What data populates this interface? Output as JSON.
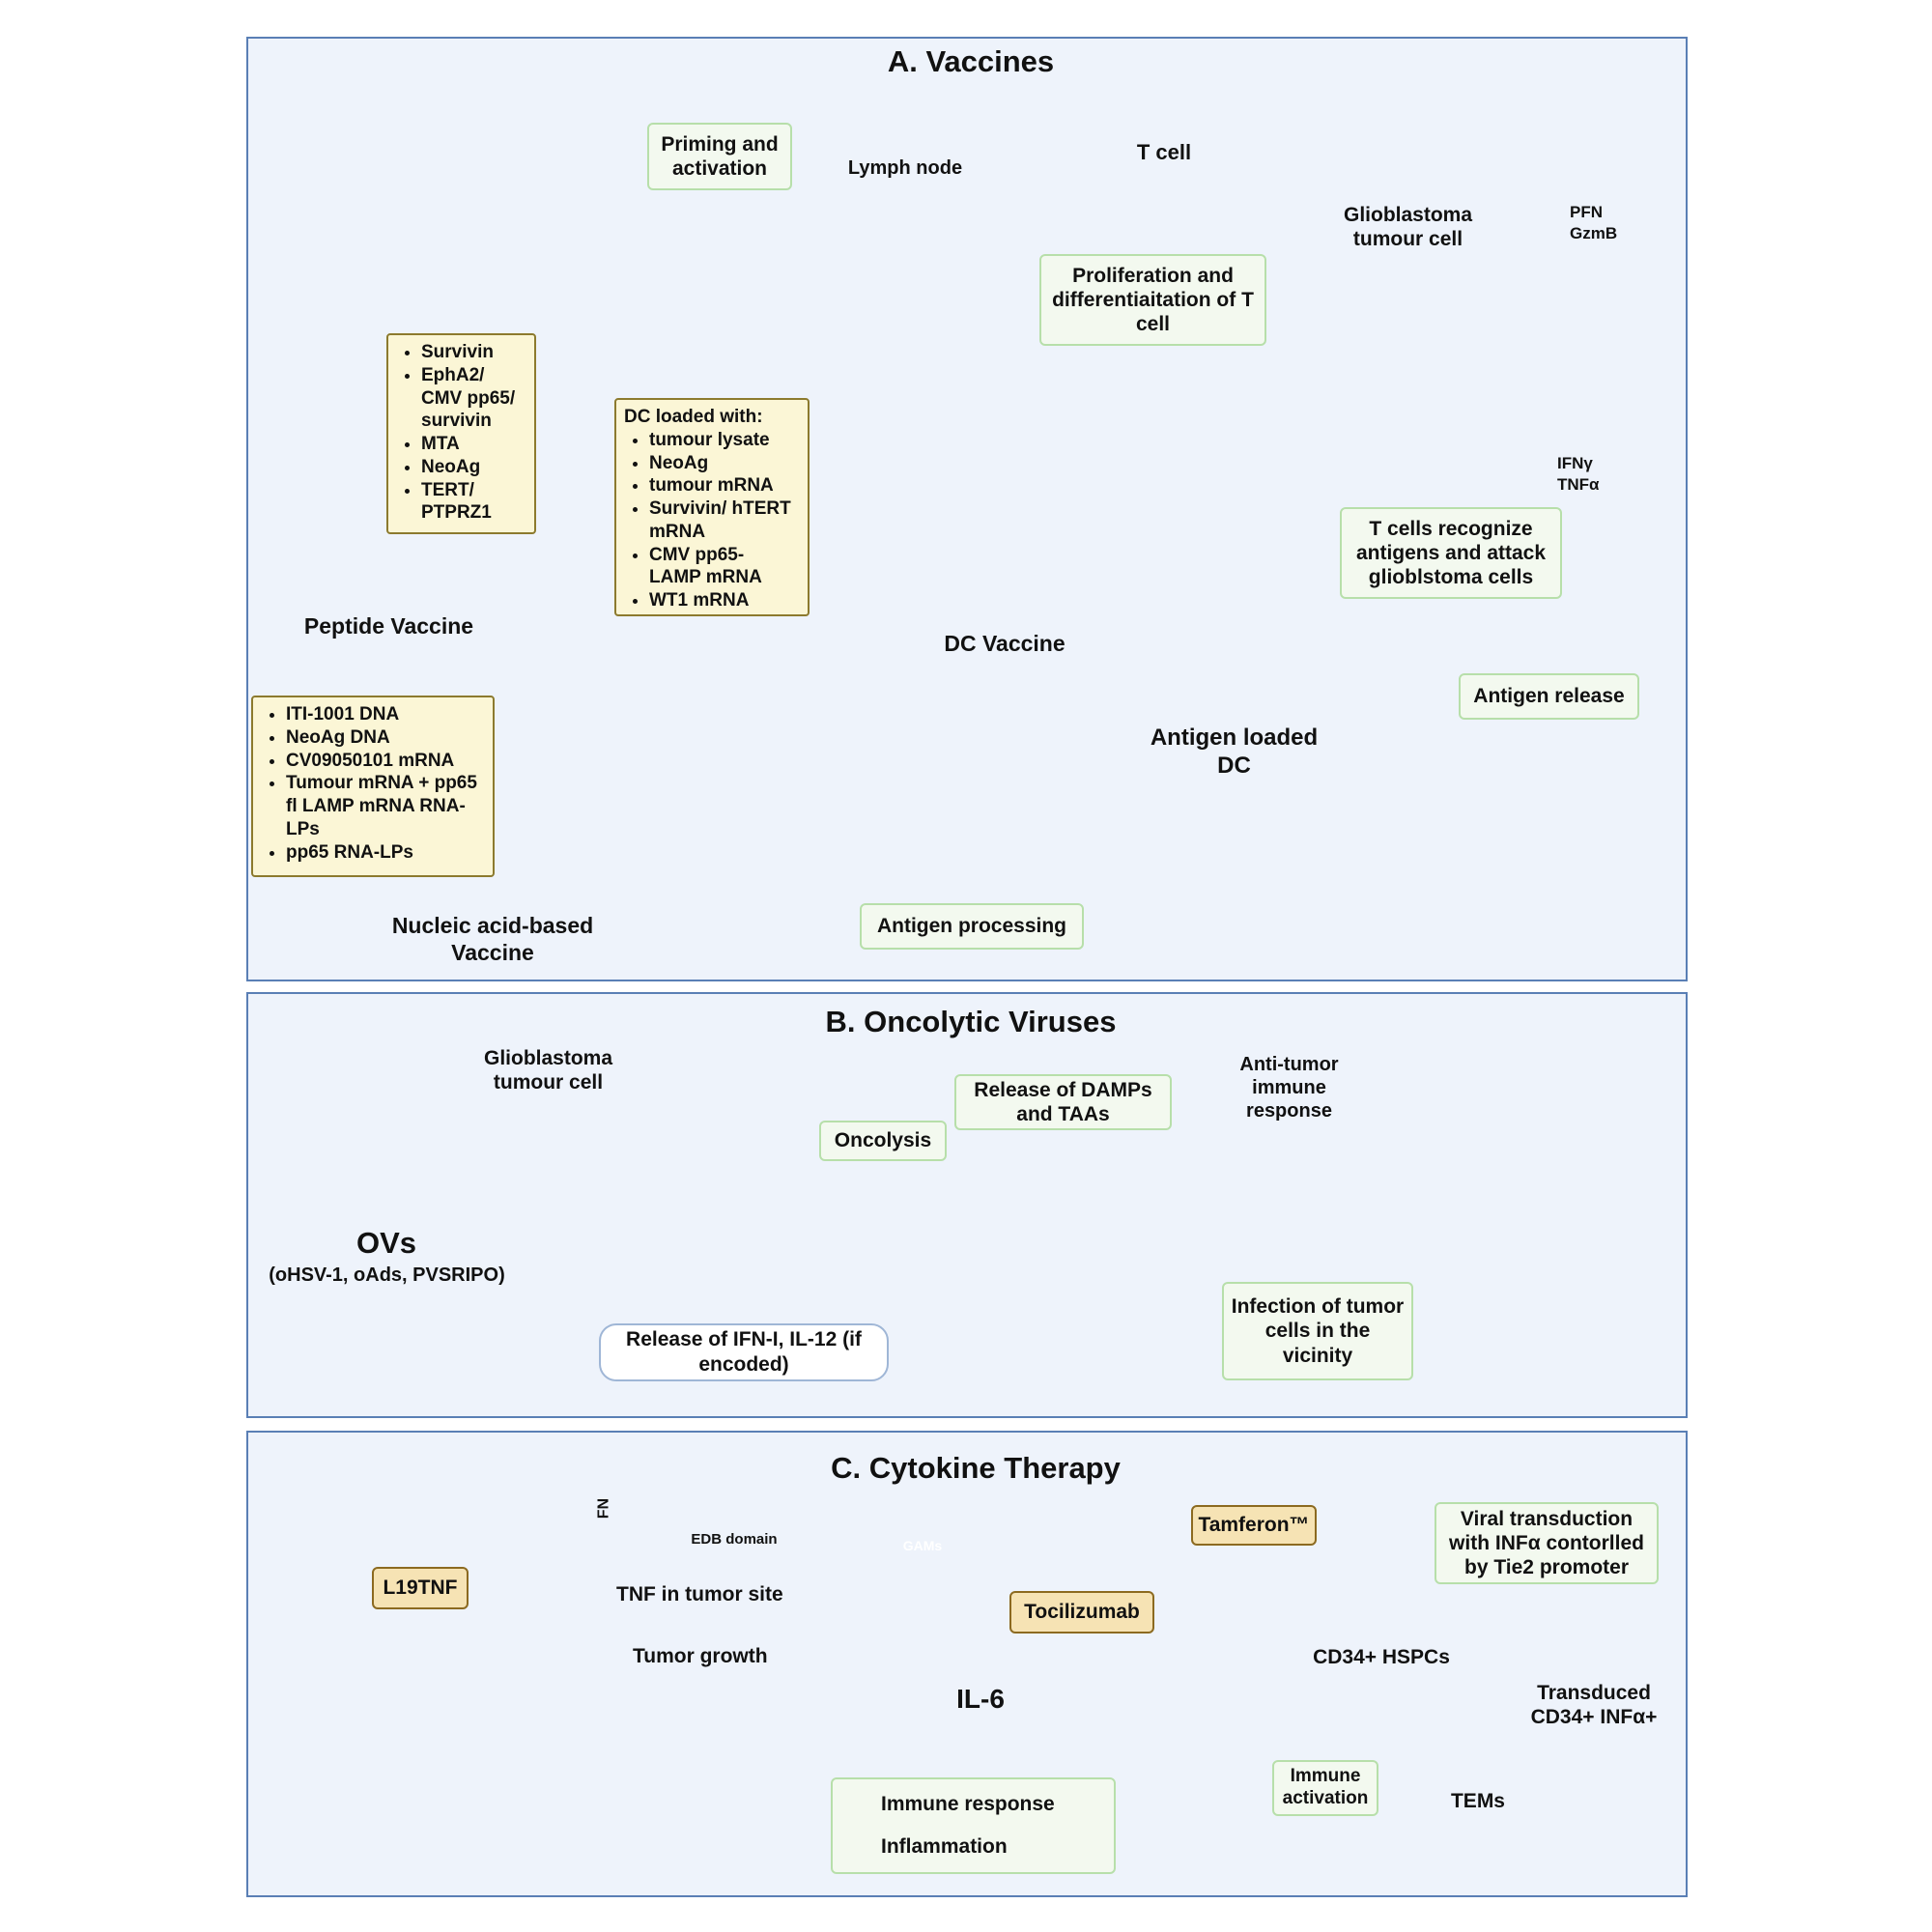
{
  "panelA": {
    "title": "A. Vaccines",
    "priming": "Priming and activation",
    "lymph_node": "Lymph node",
    "t_cell": "T cell",
    "proliferation": "Proliferation and differentiaitation of T cell",
    "glioblastoma_cell": "Glioblastoma tumour cell",
    "pfn": "PFN",
    "gzmb": "GzmB",
    "ifng": "IFNγ",
    "tnfa": "TNFα",
    "t_cells_recognize": "T cells recognize antigens and attack glioblstoma cells",
    "peptide_list": [
      "Survivin",
      "EphA2/ CMV pp65/ survivin",
      "MTA",
      "NeoAg",
      "TERT/ PTPRZ1"
    ],
    "dc_loaded_title": "DC loaded with:",
    "dc_list": [
      "tumour lysate",
      "NeoAg",
      "tumour mRNA",
      "Survivin/ hTERT mRNA",
      "CMV pp65- LAMP mRNA",
      "WT1 mRNA"
    ],
    "peptide_vaccine": "Peptide Vaccine",
    "dc_vaccine": "DC Vaccine",
    "nucleic_list": [
      "ITI-1001 DNA",
      "NeoAg DNA",
      "CV09050101 mRNA",
      "Tumour mRNA + pp65 fl LAMP mRNA RNA-LPs",
      "pp65 RNA-LPs"
    ],
    "nucleic_vaccine": "Nucleic acid-based Vaccine",
    "antigen_loaded_dc": "Antigen loaded DC",
    "antigen_release": "Antigen release",
    "antigen_processing": "Antigen processing"
  },
  "panelB": {
    "title": "B. Oncolytic Viruses",
    "glioblastoma_cell": "Glioblastoma tumour cell",
    "ovs": "OVs",
    "ovs_examples": "(oHSV-1, oAds, PVSRIPO)",
    "release_ifn": "Release of  IFN-I, IL-12 (if encoded)",
    "oncolysis": "Oncolysis",
    "release_damps": "Release of DAMPs and TAAs",
    "anti_tumor": "Anti-tumor immune response",
    "infection": "Infection of tumor cells in the vicinity"
  },
  "panelC": {
    "title": "C. Cytokine Therapy",
    "l19tnf": "L19TNF",
    "fn": "FN",
    "edb": "EDB domain",
    "tnf_site": "TNF in tumor site",
    "tumor_growth": "Tumor growth",
    "gams": "GAMs",
    "tocilizumab": "Tocilizumab",
    "il6": "IL-6",
    "immune_response": "Immune response",
    "inflammation": "Inflammation",
    "tamferon": "Tamferon™",
    "viral_transduction": "Viral transduction with INFα contorlled by Tie2 promoter",
    "cd34": "CD34+ HSPCs",
    "transduced": "Transduced CD34+ INFα+",
    "immune_activation": "Immune activation",
    "tems": "TEMs"
  },
  "colors": {
    "panel_bg": "#eef3fb",
    "panel_border": "#5a7fb5",
    "green_box": "#b7dfaa",
    "yellow_box": "#fbf6d6",
    "dc_purple": "#8a3f9a",
    "antigen_red": "#b3202c",
    "tumour_pink": "#f2a6a6",
    "virus_blue": "#8cc7d6"
  }
}
